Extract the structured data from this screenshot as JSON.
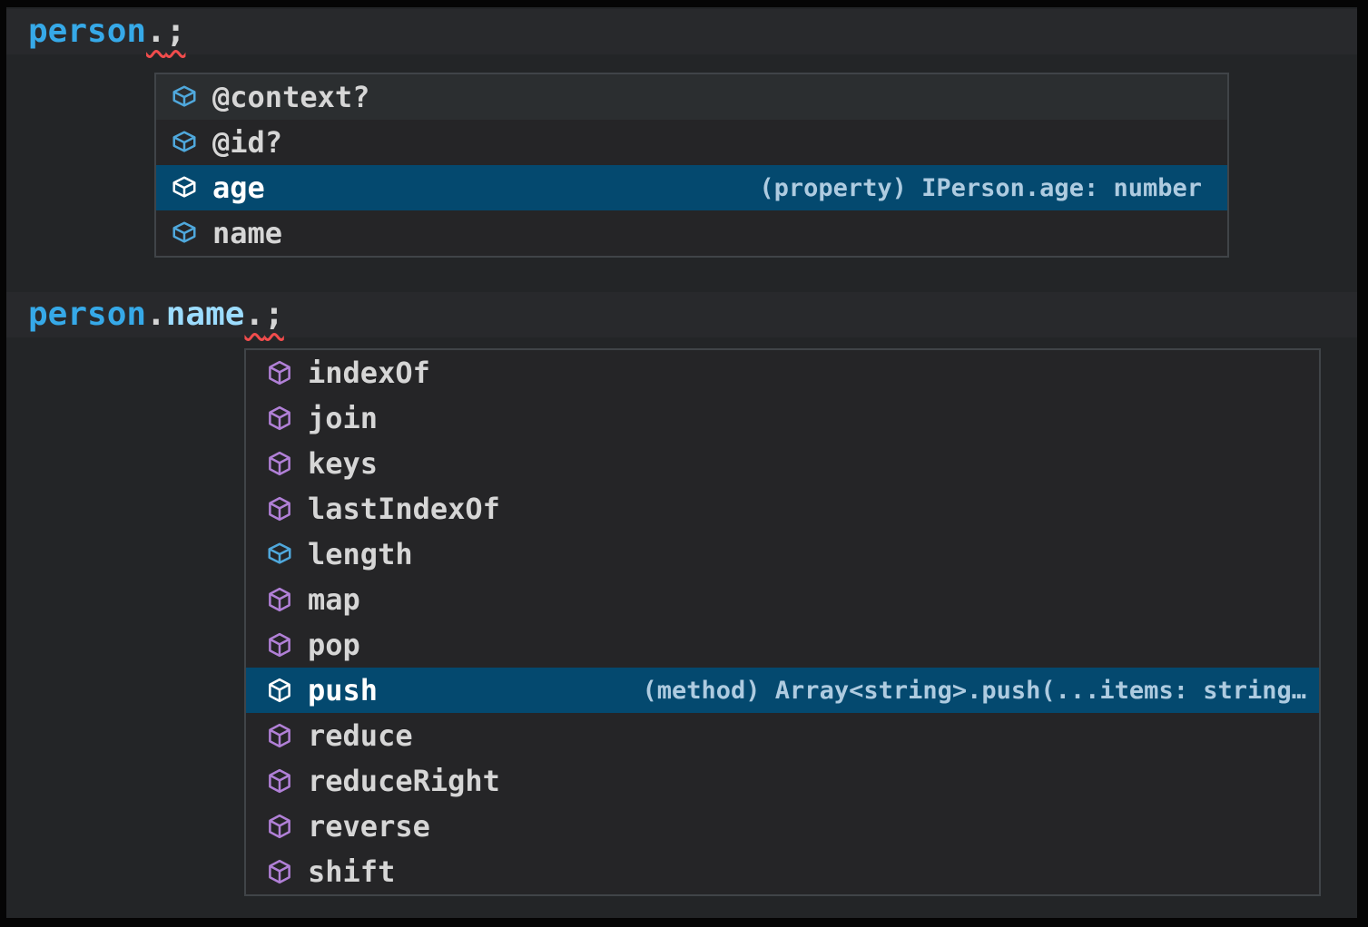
{
  "colors": {
    "selection_background": "#04496F",
    "popup_background": "#252527",
    "popup_border": "#404448",
    "editor_background": "#232527",
    "property_icon_color": "#4FA8DC",
    "method_icon_color": "#B180D7",
    "error_squiggle_color": "#F14C4C",
    "variable_token_color": "#36A9E8",
    "property_token_color": "#9CDCFE",
    "punctuation_color": "#D4D4D4"
  },
  "code": {
    "line1": {
      "tokens": [
        {
          "text": "person",
          "type": "variable"
        },
        {
          "text": ".",
          "type": "punctuation",
          "error": true
        },
        {
          "text": ";",
          "type": "punctuation",
          "error": true
        }
      ]
    },
    "line2": {
      "tokens": [
        {
          "text": "person",
          "type": "variable"
        },
        {
          "text": ".",
          "type": "punctuation"
        },
        {
          "text": "name",
          "type": "property"
        },
        {
          "text": ".",
          "type": "punctuation",
          "error": true
        },
        {
          "text": ";",
          "type": "punctuation",
          "error": true
        }
      ]
    }
  },
  "suggest1": {
    "items": [
      {
        "label": "@context?",
        "kind": "property-icon",
        "selected": false
      },
      {
        "label": "@id?",
        "kind": "property-icon",
        "selected": false
      },
      {
        "label": "age",
        "kind": "property-icon",
        "selected": true,
        "detail": "(property) IPerson.age: number"
      },
      {
        "label": "name",
        "kind": "property-icon",
        "selected": false
      }
    ]
  },
  "suggest2": {
    "items": [
      {
        "label": "indexOf",
        "kind": "method-icon",
        "selected": false
      },
      {
        "label": "join",
        "kind": "method-icon",
        "selected": false
      },
      {
        "label": "keys",
        "kind": "method-icon",
        "selected": false
      },
      {
        "label": "lastIndexOf",
        "kind": "method-icon",
        "selected": false
      },
      {
        "label": "length",
        "kind": "property-icon",
        "selected": false
      },
      {
        "label": "map",
        "kind": "method-icon",
        "selected": false
      },
      {
        "label": "pop",
        "kind": "method-icon",
        "selected": false
      },
      {
        "label": "push",
        "kind": "method-icon",
        "selected": true,
        "detail": "(method) Array<string>.push(...items: string…"
      },
      {
        "label": "reduce",
        "kind": "method-icon",
        "selected": false
      },
      {
        "label": "reduceRight",
        "kind": "method-icon",
        "selected": false
      },
      {
        "label": "reverse",
        "kind": "method-icon",
        "selected": false
      },
      {
        "label": "shift",
        "kind": "method-icon",
        "selected": false
      }
    ]
  }
}
